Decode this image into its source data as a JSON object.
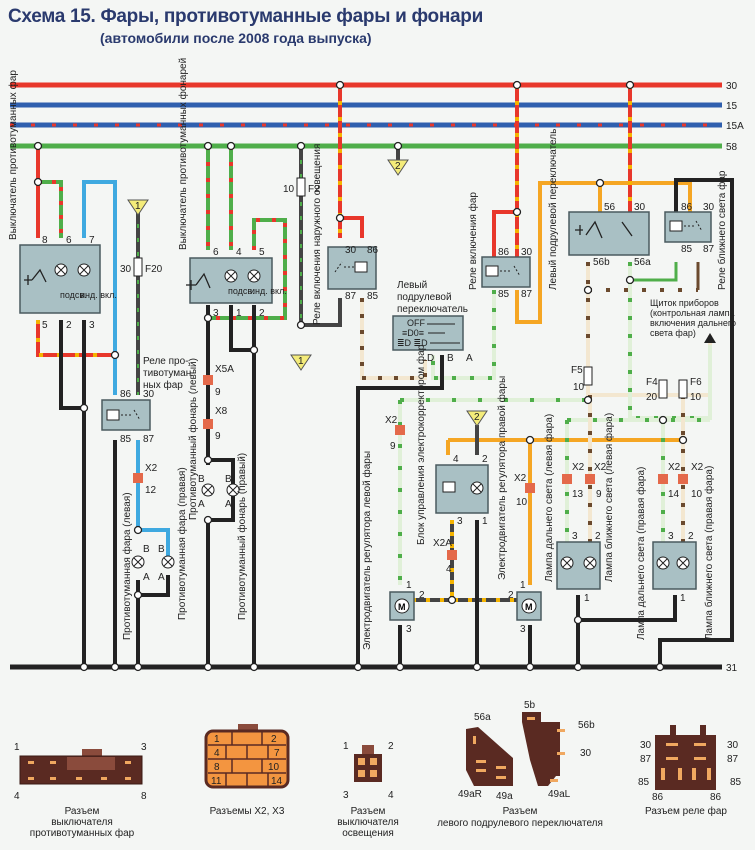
{
  "header": {
    "title": "Схема 15. Фары, противотуманные фары и фонари",
    "subtitle": "(автомобили после 2008 года выпуска)"
  },
  "buses": [
    {
      "id": "30",
      "label": "30",
      "color": "#e8372b"
    },
    {
      "id": "15",
      "label": "15",
      "color": "#2f5fae"
    },
    {
      "id": "15A",
      "label": "15A",
      "color": "#2f5fae"
    },
    {
      "id": "58",
      "label": "58",
      "color": "#4fae4a"
    },
    {
      "id": "31",
      "label": "31",
      "color": "#222222"
    }
  ],
  "components": {
    "fog_switch": {
      "label": "Выключатель противотуманных фар",
      "pins_top": [
        "8",
        "6",
        "7"
      ],
      "pins_bottom": [
        "5",
        "2",
        "3"
      ],
      "lamp_labels": [
        "подсв.",
        "инд. вкл."
      ]
    },
    "rear_fog_switch": {
      "label": "Выключатель противотуманных фонарей",
      "pins_top": [
        "6",
        "4",
        "5"
      ],
      "pins_bottom": [
        "3",
        "1",
        "2"
      ],
      "lamp_labels": [
        "подсв.",
        "инд. вкл."
      ]
    },
    "exterior_light_relay": {
      "label": "Реле включения наружного освещения",
      "pins_top": [
        "30",
        "86"
      ],
      "pins_bottom": [
        "87",
        "85"
      ]
    },
    "headlight_relay": {
      "label": "Реле включения фар",
      "pins_top": [
        "86",
        "30"
      ],
      "pins_bottom": [
        "85",
        "87"
      ]
    },
    "left_stalk_switch": {
      "label": "Левый подрулевой переключатель",
      "positions": [
        "OFF",
        "≡D0≡",
        "≣D ≣D"
      ],
      "pins": [
        "D",
        "B",
        "A"
      ]
    },
    "left_stalk_switch_2": {
      "label": "Левый подрулевой переключатель",
      "pins_top": [
        "56",
        "30"
      ],
      "pins_bottom": [
        "56b",
        "56a"
      ]
    },
    "low_beam_relay": {
      "label": "Реле ближнего света фар",
      "pins_top": [
        "86",
        "30"
      ],
      "pins_bottom": [
        "85",
        "87"
      ]
    },
    "fog_relay": {
      "label": "Реле противотуманных фар",
      "pins_top": [
        "86",
        "30"
      ],
      "pins_bottom": [
        "85",
        "87"
      ]
    },
    "instrument_panel": {
      "label": "Щиток приборов (контрольная лампа включения дальнего света фар)"
    },
    "corrector_unit": {
      "label": "Блок управления электрокорректором фар",
      "pins_top": [
        "4",
        "2"
      ],
      "pins_bottom": [
        "3",
        "1"
      ]
    },
    "left_motor": {
      "label": "Электродвигатель регулятора левой фары",
      "pins": [
        "1",
        "2",
        "3"
      ],
      "symbol": "M"
    },
    "right_motor": {
      "label": "Электродвигатель регулятора правой фары",
      "pins": [
        "1",
        "2",
        "3"
      ],
      "symbol": "M"
    },
    "left_headlamp": {
      "label_high": "Лампа дальнего света (левая фара)",
      "label_low": "Лампа ближнего света (левая фара)",
      "pins": [
        "3",
        "2",
        "1"
      ]
    },
    "right_headlamp": {
      "label_high": "Лампа дальнего света (правая фара)",
      "label_low": "Лампа ближнего света (правая фара)",
      "pins": [
        "3",
        "2",
        "1"
      ]
    },
    "fog_lamp_left": {
      "label": "Противотуманная фара (левая)",
      "pins": [
        "B",
        "A"
      ]
    },
    "fog_lamp_right": {
      "label": "Противотуманная фара (правая)",
      "pins": [
        "B",
        "A"
      ]
    },
    "rear_fog_left": {
      "label": "Противотуманный фонарь (левый)",
      "pins": [
        "B",
        "A"
      ]
    },
    "rear_fog_right": {
      "label": "Противотуманный фонарь (правый)",
      "pins": [
        "B",
        "A"
      ]
    }
  },
  "fuses": [
    {
      "id": "F20",
      "rating": "30"
    },
    {
      "id": "F2",
      "rating": "10"
    },
    {
      "id": "F5",
      "rating": "10"
    },
    {
      "id": "F4",
      "rating": "20"
    },
    {
      "id": "F6",
      "rating": "10"
    }
  ],
  "connectors": [
    {
      "id": "X2",
      "pin": "12"
    },
    {
      "id": "X5A",
      "pin": "9"
    },
    {
      "id": "X8",
      "pin": "9"
    },
    {
      "id": "X2",
      "pin": "9"
    },
    {
      "id": "X2A",
      "pin": "4"
    },
    {
      "id": "X2",
      "pin": "10"
    },
    {
      "id": "X2",
      "pin": "13"
    },
    {
      "id": "X2",
      "pin": "9"
    },
    {
      "id": "X2",
      "pin": "14"
    },
    {
      "id": "X2",
      "pin": "10"
    }
  ],
  "offpage": [
    "1",
    "2"
  ],
  "connector_views": [
    {
      "caption": "Разъем выключателя противотуманных фар",
      "pins": [
        "1",
        "3",
        "4",
        "8"
      ]
    },
    {
      "caption": "Разъемы X2, X3",
      "pins": [
        "1",
        "2",
        "4",
        "7",
        "8",
        "10",
        "11",
        "14"
      ]
    },
    {
      "caption": "Разъем выключателя освещения",
      "pins": [
        "1",
        "2",
        "3",
        "4"
      ]
    },
    {
      "caption": "Разъем левого подрулевого переключателя",
      "pins": [
        "56a",
        "49aR",
        "49a",
        "5b",
        "56b",
        "30",
        "49aL"
      ]
    },
    {
      "caption": "Разъем реле фар",
      "pins": [
        "30",
        "30",
        "87",
        "87",
        "85",
        "85",
        "86",
        "86"
      ]
    }
  ]
}
